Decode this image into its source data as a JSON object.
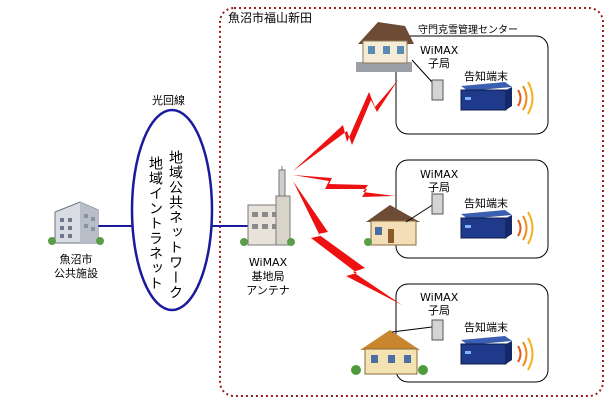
{
  "region_label": "魚沼市福山新田",
  "center_label": "守門克雪管理センター",
  "fiber_label": "光回線",
  "network": {
    "line1": "地域公共ネットワーク",
    "line2": "地域イントラネット"
  },
  "facility": {
    "line1": "魚沼市",
    "line2": "公共施設"
  },
  "base_station": {
    "line1": "WiMAX",
    "line2": "基地局",
    "line3": "アンテナ"
  },
  "substations": [
    {
      "line1": "WiMAX",
      "line2": "子局",
      "terminal": "告知端末"
    },
    {
      "line1": "WiMAX",
      "line2": "子局",
      "terminal": "告知端末"
    },
    {
      "line1": "WiMAX",
      "line2": "子局",
      "terminal": "告知端末"
    }
  ],
  "colors": {
    "region_border": "#9b1c1c",
    "ellipse": "#1a1a9e",
    "lightning": "#ee1111",
    "terminal": "#1f3a8a"
  }
}
